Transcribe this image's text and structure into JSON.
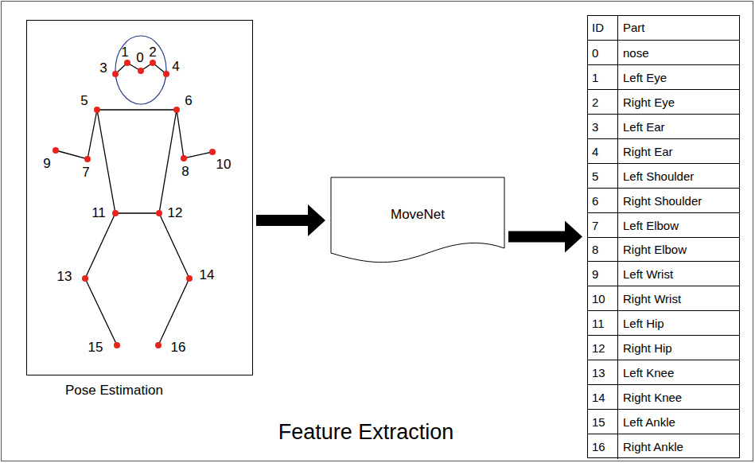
{
  "diagram": {
    "caption": "Feature Extraction",
    "nodes": [
      {
        "text": [
          "Pose Estimation"
        ]
      },
      {
        "text": [
          "MoveNet"
        ]
      },
      {
        "text": [
          "ID",
          "Part",
          "0",
          "nose",
          "1",
          "Left Eye",
          "2",
          "Right Eye",
          "3",
          "Left Ear",
          "4",
          "Right Ear",
          "5",
          "Left Shoulder",
          "6",
          "Right Shoulder",
          "7",
          "Left Elbow",
          "8",
          "Right Elbow",
          "9",
          "Left Wrist",
          "10",
          "Right Wrist",
          "11",
          "Left Hip",
          "12",
          "Right Hip",
          "13",
          "Left Knee",
          "14",
          "Right Knee",
          "15",
          "Left Ankle",
          "16",
          "Right Ankle"
        ]
      }
    ],
    "edges": [
      {
        "from": 0,
        "to": 1,
        "arrow": "to"
      },
      {
        "from": 1,
        "to": 2,
        "arrow": "to"
      }
    ],
    "labels": [
      "1",
      "0",
      "2",
      "3",
      "4",
      "5",
      "6",
      "9",
      "10",
      "7",
      "8",
      "11",
      "12",
      "13",
      "14",
      "15",
      "16"
    ]
  }
}
